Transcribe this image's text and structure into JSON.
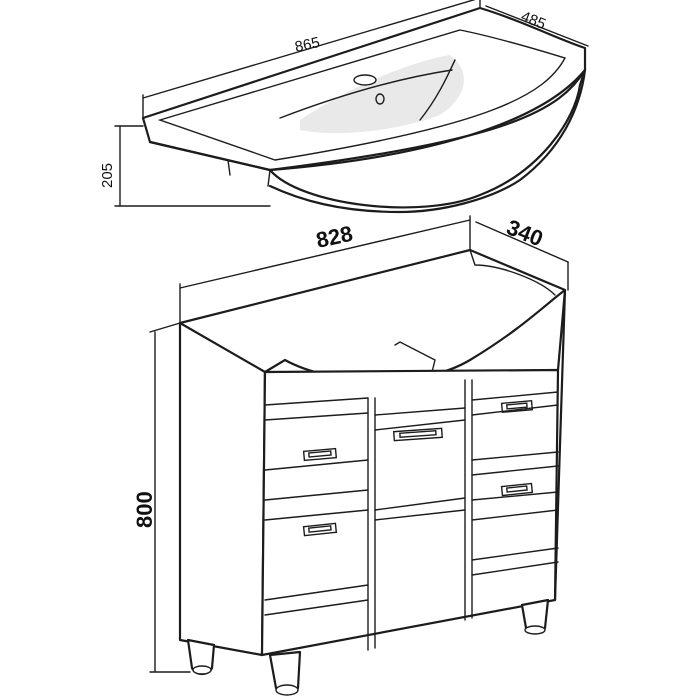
{
  "sink": {
    "width": "865",
    "depth": "485",
    "height": "205"
  },
  "cabinet": {
    "width": "828",
    "depth": "340",
    "height": "800"
  },
  "colors": {
    "line": "#1c1c1c",
    "background": "#ffffff"
  }
}
